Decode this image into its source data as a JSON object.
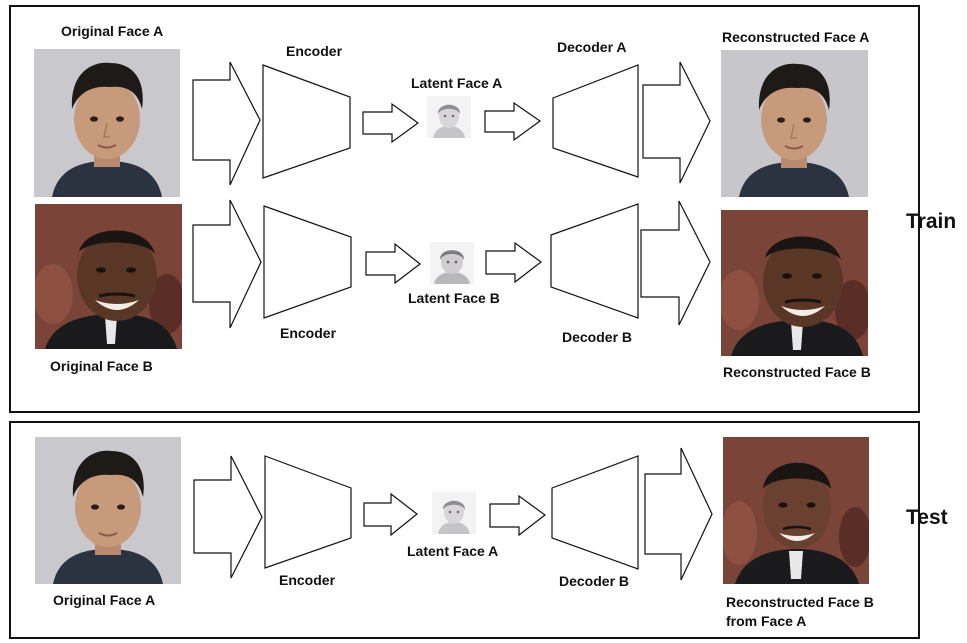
{
  "sections": {
    "train_label": "Train",
    "test_label": "Test"
  },
  "train": {
    "row_a": {
      "input_label": "Original Face A",
      "encoder_label": "Encoder",
      "latent_label": "Latent Face A",
      "decoder_label": "Decoder A",
      "output_label": "Reconstructed Face A"
    },
    "row_b": {
      "input_label": "Original Face B",
      "encoder_label": "Encoder",
      "latent_label": "Latent Face B",
      "decoder_label": "Decoder B",
      "output_label": "Reconstructed Face B"
    }
  },
  "test": {
    "input_label": "Original Face A",
    "encoder_label": "Encoder",
    "latent_label": "Latent Face A",
    "decoder_label": "Decoder B",
    "output_label_line1": "Reconstructed Face B",
    "output_label_line2": "from Face A"
  },
  "colors": {
    "photo_bg_a": "#c9c8cc",
    "photo_bg_b": "#6b3b32",
    "skin_a": "#c89a7c",
    "skin_b": "#5a3626",
    "hair": "#1e1a18",
    "stroke": "#111111"
  }
}
